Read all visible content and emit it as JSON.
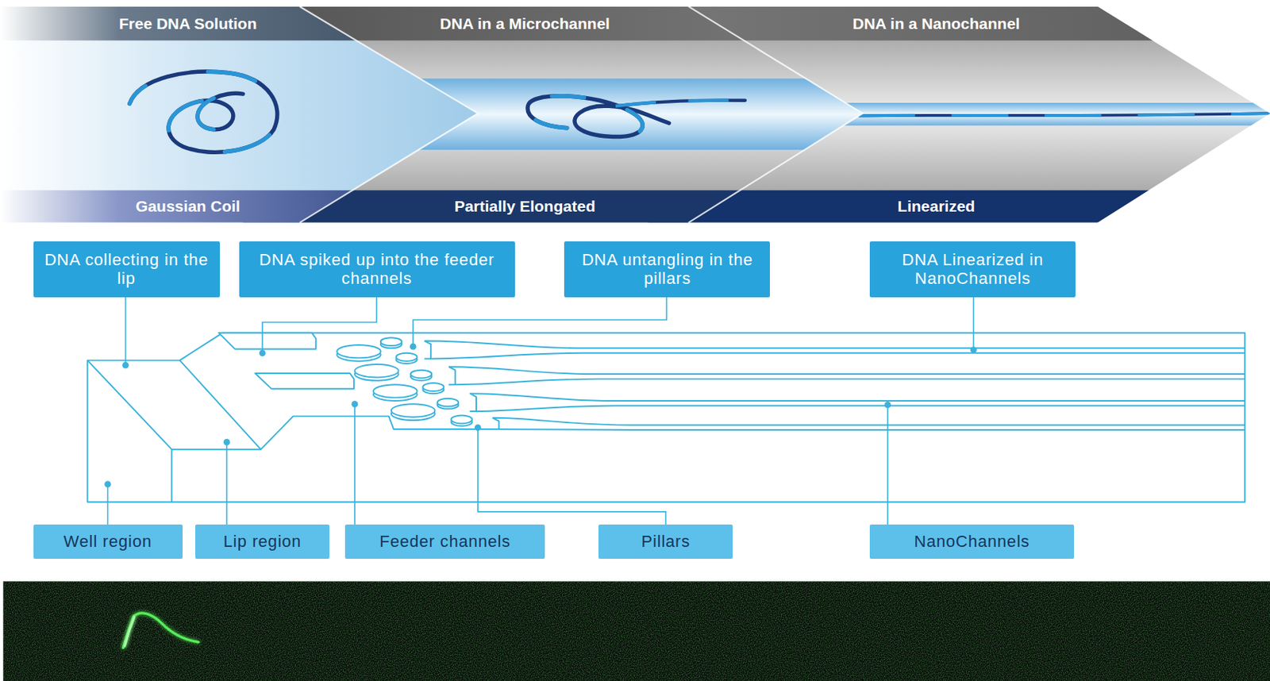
{
  "diagram": {
    "nodes": [
      {
        "text": [
          "Free DNA Solution",
          "Gaussian Coil"
        ]
      },
      {
        "text": [
          "DNA in a Microchannel",
          "Partially Elongated"
        ]
      },
      {
        "text": [
          "DNA in a Nanochannel",
          "Linearized"
        ]
      },
      {
        "text": [
          "DNA collecting in the lip"
        ]
      },
      {
        "text": [
          "DNA spiked up into the feeder channels"
        ]
      },
      {
        "text": [
          "DNA untangling in the pillars"
        ]
      },
      {
        "text": [
          "DNA Linearized in NanoChannels"
        ]
      },
      {
        "text": [
          "Well region"
        ]
      },
      {
        "text": [
          "Lip region"
        ]
      },
      {
        "text": [
          "Feeder channels"
        ]
      },
      {
        "text": [
          "Pillars"
        ]
      },
      {
        "text": [
          "NanoChannels"
        ]
      }
    ]
  }
}
